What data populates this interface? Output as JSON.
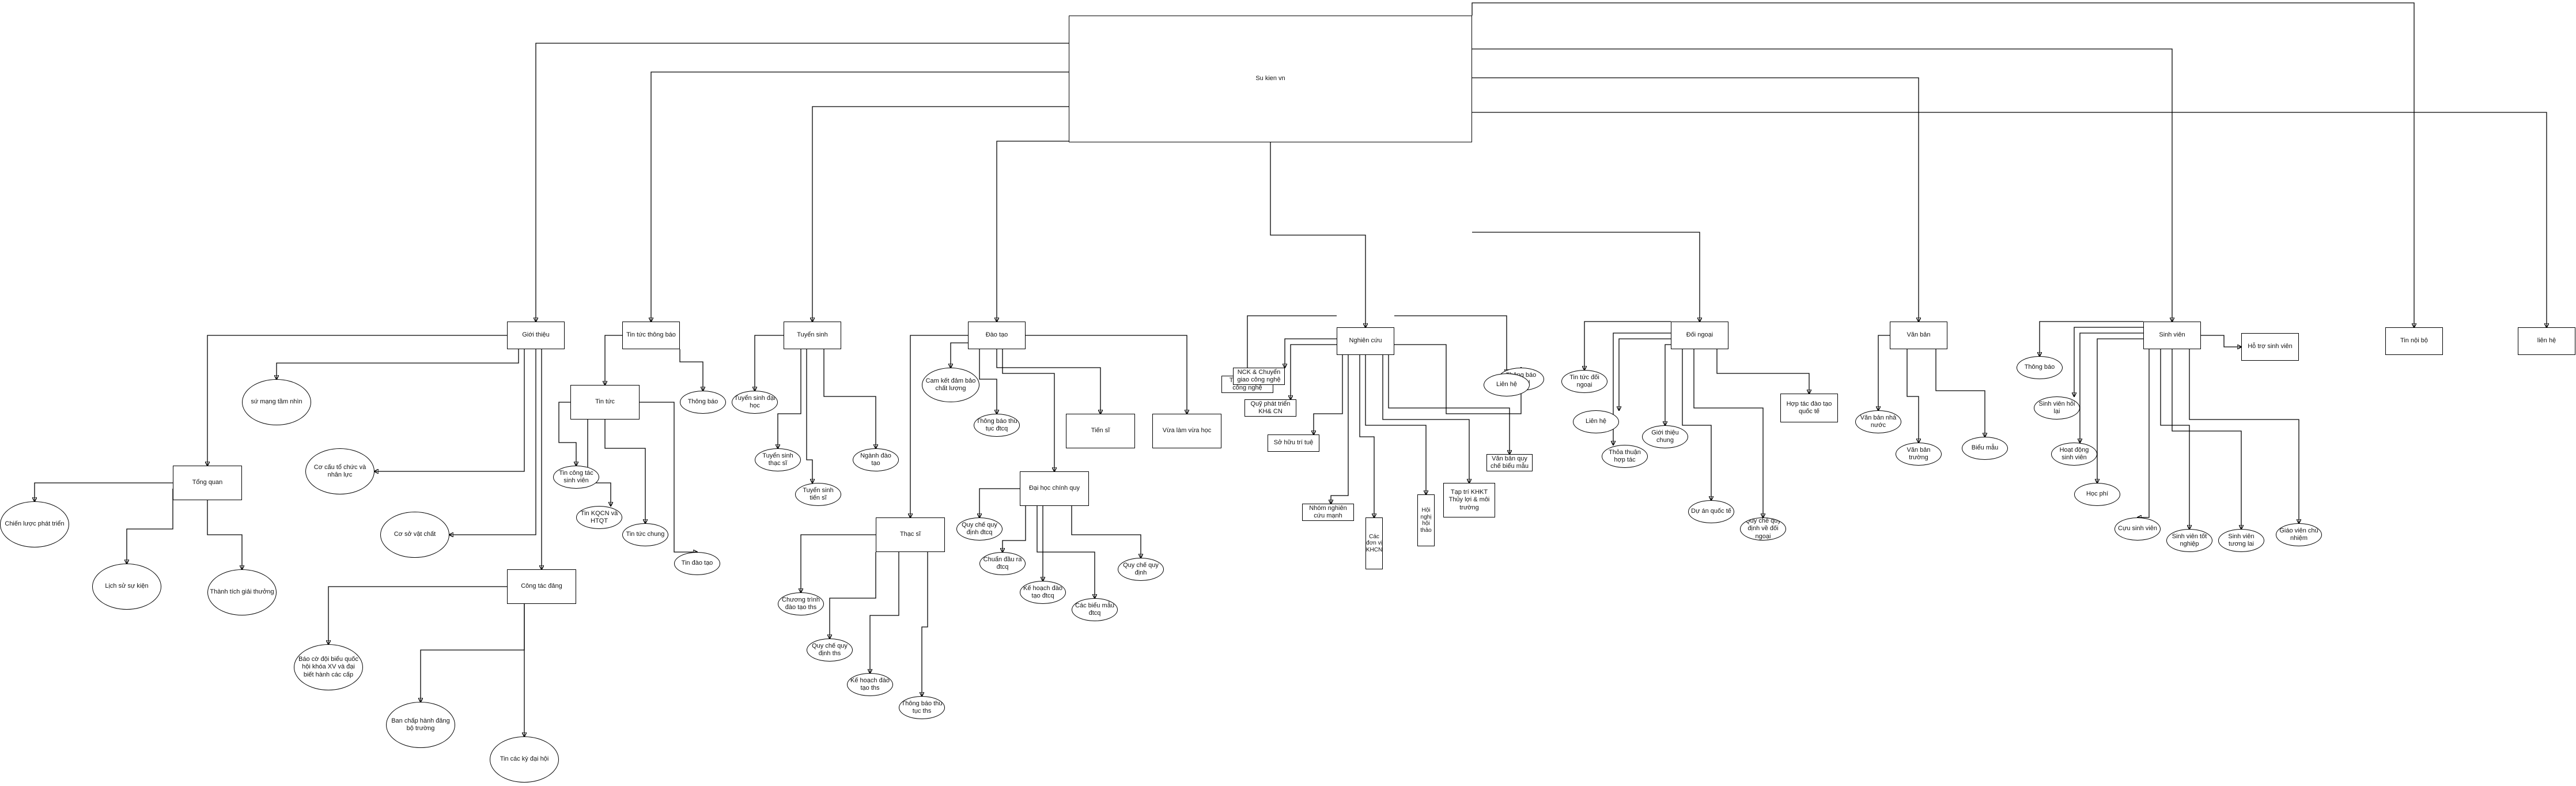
{
  "diagram": {
    "nodes": {
      "root": "Su kien vn",
      "gioi_thieu": "Giới thiệu",
      "tong_quan": "Tổng quan",
      "chien_luoc": "Chiến lược phát triển",
      "lich_su": "Lịch sử sự kiện",
      "thanh_tich": "Thành tích giải thưởng",
      "su_mang": "sứ mạng tầm nhìn",
      "co_cau": "Cơ cấu tổ chức và nhân lực",
      "co_so": "Cơ sở vật chất",
      "cong_tac_dang": "Công tác đảng",
      "bao_co": "Báo cờ đội biểu quốc hội khóa XV và đại biết hành các cấp",
      "ban_chap_hanh": "Ban chấp hành đảng bộ trường",
      "tin_cac_ky": "Tin các kỳ đại hội",
      "tin_tuc_thong_bao": "Tin tức thông báo",
      "tin_tuc": "Tin tức",
      "thong_bao_tt": "Thông báo",
      "tin_cong_tac": "Tin công tác sinh viên",
      "tin_kqcn": "Tin KQCN và HTQT",
      "tin_tuc_chung": "Tin tức chung",
      "tin_dao_tao": "Tin đào tạo",
      "tuyen_sinh": "Tuyển sinh",
      "ts_dai_hoc": "Tuyển sinh đại học",
      "ts_thac_si": "Tuyển sinh thạc sĩ",
      "ts_tien_si": "Tuyển sinh tiến sĩ",
      "nganh_dao_tao": "Ngành đào tạo",
      "dao_tao": "Đào tạo",
      "cam_ket": "Cam kết đảm bảo chất lượng",
      "thong_bao_thu_tuc": "Thông báo thủ tục đtcq",
      "tien_si": "Tiến sĩ",
      "vua_lam_vua_hoc": "Vừa làm vừa học",
      "dai_hoc_chinh_quy": "Đại học chính quy",
      "quy_che_dtcq": "Quy chế quy định đtcq",
      "chuan_dau_ra": "Chuẩn đầu ra đtcq",
      "ke_hoach_dtcq": "Kế hoạch đào tạo đtcq",
      "cac_bieu_mau": "Các biểu mẫu đtcq",
      "quy_che_dinh": "Quy chế quy định",
      "thac_si": "Thạc sĩ",
      "chuong_trinh_ths": "Chương trình đào tạo ths",
      "quy_che_ths": "Quy chế quy định ths",
      "ke_hoach_ths": "Kế hoạch đào tạo ths",
      "thong_bao_ths": "Thông báo thủ tục ths",
      "nghien_cuu": "Nghiên cứu",
      "tin_khoa_hoc": "Tin khoa học công nghệ",
      "nck_chuyen_giao": "NCK & Chuyển giao công nghệ",
      "quy_phat_trien": "Quỹ phát triển KH& CN",
      "so_huu_tri_tue": "Sở hữu trí tuệ",
      "nhom_nghien_cuu": "Nhóm nghiên cứu mạnh",
      "cac_don_vi": "Các đơn vị KHCN",
      "hoi_nghi": "Hội nghị hội thảo",
      "tap_chi": "Tạp trí KHKT Thủy lợi & môi trường",
      "van_ban_quy_che": "Văn bản quy chế biểu mẫu",
      "thong_bao_khcn": "Thông báo KHCN",
      "lien_he_nc": "Liên hệ",
      "doi_ngoai": "Đối ngoại",
      "tin_tuc_doi_ngoai": "Tin tức đối ngoại",
      "lien_he_dn": "Liên hệ",
      "thoa_thuan": "Thỏa thuận hợp tác",
      "gioi_thieu_chung": "Giới thiệu chung",
      "du_an_quoc_te": "Dự án quốc tế",
      "quy_che_doi_ngoai": "Quy chế quy định về đối ngoại",
      "hop_tac": "Hợp tác đào tạo quốc tế",
      "van_ban": "Văn bản",
      "vb_nha_nuoc": "Văn bản nhà nước",
      "vb_truong": "Văn bản trường",
      "bieu_mau": "Biểu mẫu",
      "sinh_vien": "Sinh viên",
      "thong_bao_sv": "Thông báo",
      "sv_hoi_lai": "Sinh viên hỏi lại",
      "hoat_dong_sv": "Hoạt động sinh viên",
      "hoc_phi": "Học phí",
      "cuu_sv": "Cựu sinh viên",
      "sv_tot_nghiep": "Sinh viên tốt nghiệp",
      "sinh_vien_tuong_lai": "Sinh viên tương lai",
      "giao_vien_chu_nhiem": "Giáo viên chủ nhiệm",
      "ho_tro_sv": "Hỗ trợ sinh viên",
      "tin_noi_bo": "Tin nội bộ",
      "lien_he": "liên hệ"
    }
  }
}
